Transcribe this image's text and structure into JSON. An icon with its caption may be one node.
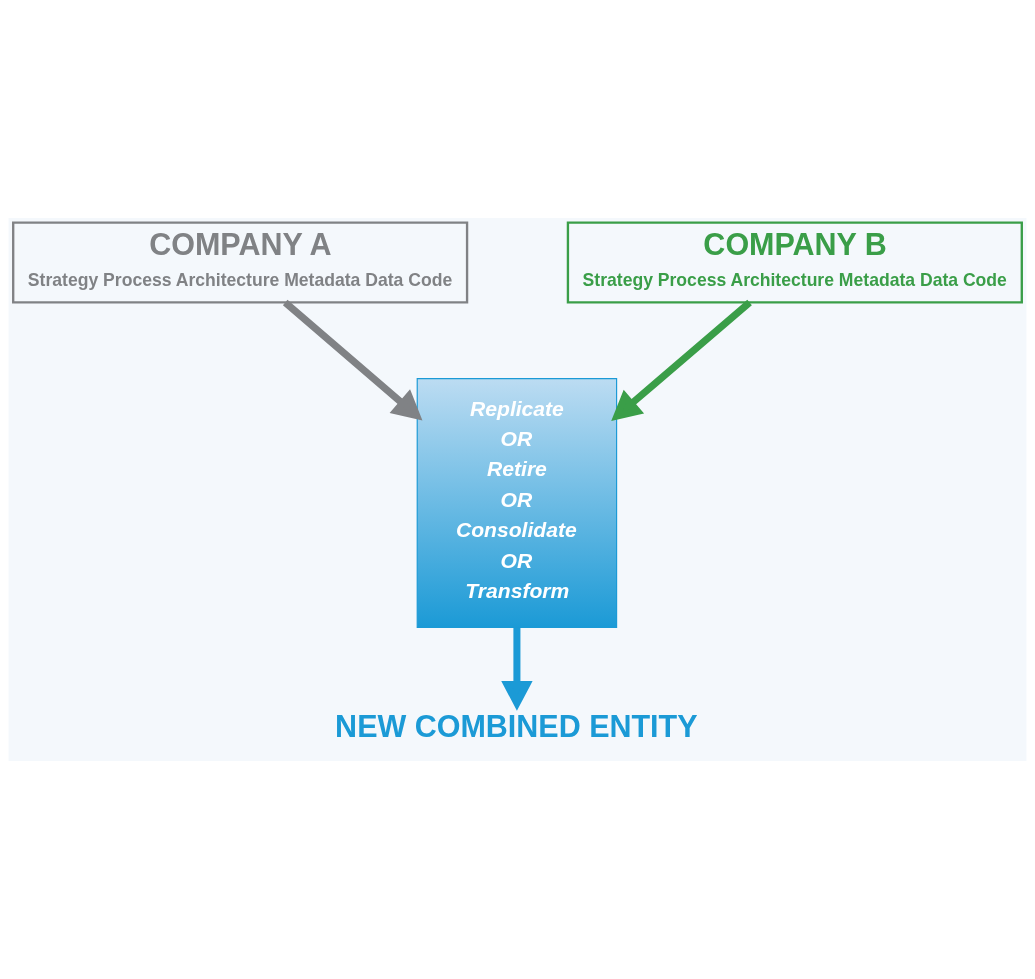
{
  "diagram": {
    "nodes": [
      {
        "text": [
          "COMPANY A",
          "Strategy Process Architecture Metadata Data Code"
        ]
      },
      {
        "text": [
          "COMPANY B",
          "Strategy Process Architecture Metadata Data Code"
        ]
      },
      {
        "text": [
          "Replicate",
          "OR",
          "Retire",
          "OR",
          "Consolidate",
          "OR",
          "Transform"
        ]
      },
      {
        "text": [
          "NEW COMBINED ENTITY"
        ]
      }
    ],
    "edges": [
      {
        "from": 0,
        "to": 2,
        "arrow": "to",
        "color": "#808285"
      },
      {
        "from": 1,
        "to": 2,
        "arrow": "to",
        "color": "#3a9e48"
      },
      {
        "from": 2,
        "to": 3,
        "arrow": "to",
        "color": "#1b9ad6"
      }
    ]
  }
}
